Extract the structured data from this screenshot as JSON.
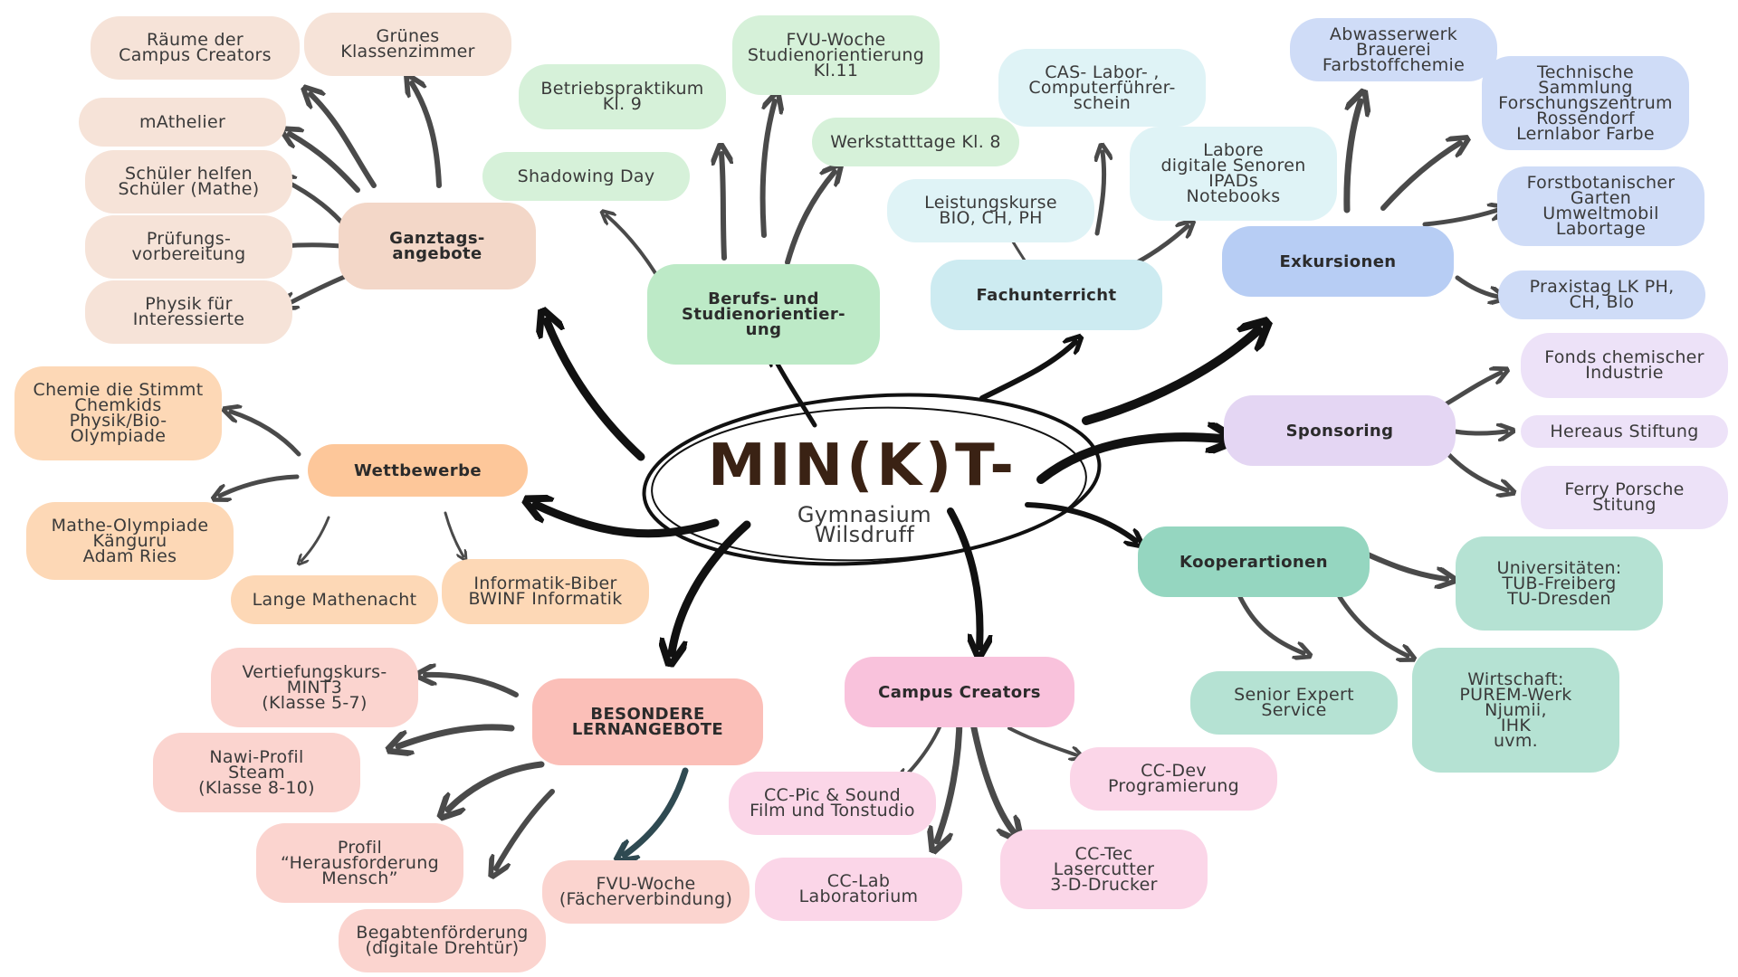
{
  "center": {
    "title": "MIN(K)T-",
    "subtitle": "Gymnasium\nWilsdruff"
  },
  "colors": {
    "ganztag": "#f3d7c8",
    "ganztag_leaf": "#f6e3d8",
    "beruf": "#bdeac7",
    "beruf_leaf": "#d6f1d9",
    "fach": "#cdebf1",
    "fach_leaf": "#dff3f6",
    "exk": "#b7cdf4",
    "exk_leaf": "#cfdcf7",
    "spon": "#e4d6f3",
    "spon_leaf": "#ede2f8",
    "koop": "#95d6c0",
    "koop_leaf": "#b5e2d3",
    "campus": "#f9c2dc",
    "campus_leaf": "#fbd6e8",
    "bes": "#fbbfb8",
    "bes_leaf": "#fbd4cf",
    "wett": "#fdc79a",
    "wett_leaf": "#fdd8b6",
    "arrow": "#4a4a4a",
    "arrow_bold": "#111111",
    "arrow_teal": "#2f4a52"
  },
  "hubs": {
    "ganztag": "Ganztags-\nangebote",
    "beruf": "Berufs- und\nStudienorientier-\nung",
    "fach": "Fachunterricht",
    "exk": "Exkursionen",
    "spon": "Sponsoring",
    "koop": "Kooperartionen",
    "campus": "Campus Creators",
    "bes": "BESONDERE\nLERNANGEBOTE",
    "wett": "Wettbewerbe"
  },
  "leaves": {
    "raeume": "Räume der\nCampus Creators",
    "gruenes": "Grünes\nKlassenzimmer",
    "mathelier": "mAthelier",
    "schueler": "Schüler helfen\nSchüler (Mathe)",
    "pruefung": "Prüfungs-\nvorbereitung",
    "physik": "Physik für\nInteressierte",
    "betriebs": "Betriebspraktikum\nKl. 9",
    "fvu_studien": "FVU-Woche\nStudienorientierung\nKl.11",
    "werkstatt": "Werkstatttage Kl. 8",
    "shadowing": "Shadowing Day",
    "cas": "CAS- Labor- ,\nComputerführer-\nschein",
    "labore": "Labore\ndigitale Senoren\nIPADs\nNotebooks",
    "leistung": "Leistungskurse\nBIO, CH, PH",
    "abwasser": "Abwasserwerk\nBrauerei\nFarbstoffchemie",
    "technische": "Technische\nSammlung\nForschungszentrum\nRossendorf\nLernlabor Farbe",
    "forst": "Forstbotanischer\nGarten\nUmweltmobil\nLabortage",
    "praxis": "Praxistag LK PH,\nCH, Blo",
    "fonds": "Fonds chemischer\nIndustrie",
    "hereaus": "Hereaus Stiftung",
    "ferry": "Ferry Porsche\nStitung",
    "uni": "Universitäten:\nTUB-Freiberg\nTU-Dresden",
    "senior": "Senior Expert\nService",
    "wirtschaft": "Wirtschaft:\nPUREM-Werk\nNjumii,\nIHK\nuvm.",
    "ccdev": "CC-Dev\nProgramierung",
    "ccpic": "CC-Pic & Sound\nFilm und Tonstudio",
    "cclab": "CC-Lab\nLaboratorium",
    "cctec": "CC-Tec\nLasercutter\n3-D-Drucker",
    "vertief": "Vertiefungskurs-\nMINT3\n(Klasse 5-7)",
    "nawi": "Nawi-Profil\nSteam\n(Klasse 8-10)",
    "profil": "Profil\n“Herausforderung\nMensch”",
    "begabt": "Begabtenförderung\n(digitale Drehtür)",
    "fvu_faecher": "FVU-Woche\n(Fächerverbindung)",
    "chemie": "Chemie die Stimmt\nChemkids\nPhysik/Bio-\nOlympiade",
    "matheolymp": "Mathe-Olympiade\nKänguru\nAdam Ries",
    "lange": "Lange Mathenacht",
    "informatik": "Informatik-Biber\nBWINF Informatik"
  }
}
